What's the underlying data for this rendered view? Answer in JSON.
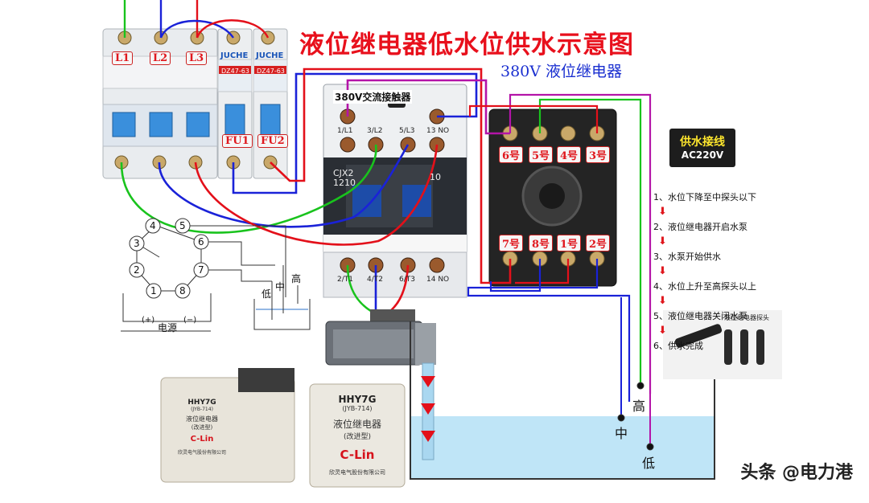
{
  "title": "液位继电器低水位供水示意图",
  "subtitle": "380V 液位继电器",
  "phases": [
    "L1",
    "L2",
    "L3"
  ],
  "fuses": [
    "FU1",
    "FU2"
  ],
  "breaker_brand": "JUCHE",
  "breaker_model": "DZ47-63",
  "contactor": {
    "label": "380V交流接触器",
    "top_terminals": [
      "1/L1",
      "3/L2",
      "5/L3",
      "13 NO"
    ],
    "bottom_terminals": [
      "2/T1",
      "4/T2",
      "6/T3",
      "14 NO"
    ],
    "model": "CJX2\n1210",
    "aux": "10"
  },
  "relay_base": {
    "top_pins": [
      "6号",
      "5号",
      "4号",
      "3号"
    ],
    "bottom_pins": [
      "7号",
      "8号",
      "1号",
      "2号"
    ]
  },
  "supply_box": {
    "title": "供水接线",
    "voltage": "AC220V"
  },
  "steps": [
    "1、水位下降至中探头以下",
    "2、液位继电器开启水泵",
    "3、水泵开始供水",
    "4、水位上升至高探头以上",
    "5、液位继电器关闭水泵",
    "6、供水完成"
  ],
  "schematic": {
    "pins": [
      "1",
      "2",
      "3",
      "4",
      "5",
      "6",
      "7",
      "8"
    ],
    "levels": [
      "低",
      "中",
      "高"
    ],
    "power": "电源",
    "plus": "(+)",
    "minus": "(−)"
  },
  "probes_caption": "液位继电器探头",
  "tank_levels": {
    "high": "高",
    "mid": "中",
    "low": "低"
  },
  "relay_product": {
    "model": "HHY7G",
    "sub": "(JYB-714)",
    "name": "液位继电器",
    "type": "(改进型)",
    "brand": "C-Lin",
    "maker": "欣灵电气股份有限公司"
  },
  "relay_product_side": {
    "model": "HHY7G",
    "sub": "(JYB-714)",
    "name": "液位继电器",
    "type": "(改进型)",
    "brand": "C-Lin",
    "maker": "欣灵电气股份有限公司"
  },
  "watermark": "头条 @电力港",
  "colors": {
    "title": "#e8101c",
    "subtitle": "#1a2fd0",
    "wire_green": "#19c31d",
    "wire_blue": "#1a22d8",
    "wire_red": "#e3101a",
    "wire_purple": "#b414a8",
    "water": "#bfe5f7"
  }
}
